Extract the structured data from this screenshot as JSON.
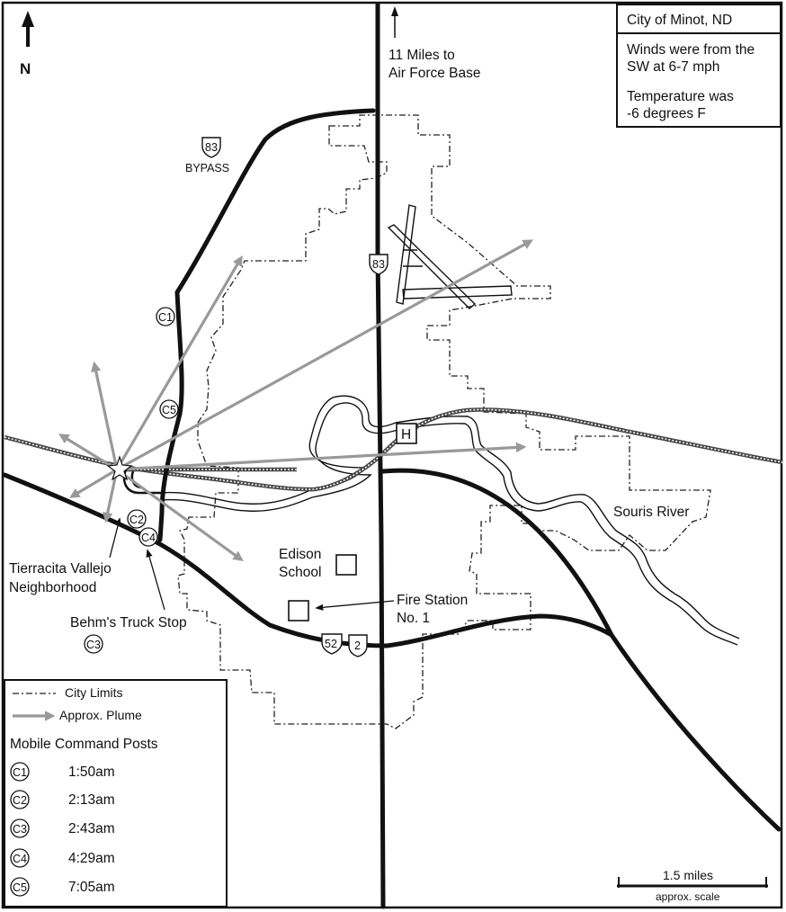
{
  "title_box": {
    "title": "City of Minot, ND"
  },
  "conditions": {
    "wind_line1": "Winds were from the",
    "wind_line2": "SW at 6-7 mph",
    "temp_line1": "Temperature was",
    "temp_line2": "-6 degrees F"
  },
  "north_label": "N",
  "air_force": {
    "line1": "11 Miles to",
    "line2": "Air Force Base"
  },
  "highways": {
    "us83_shield": "83",
    "bypass_label": "BYPASS",
    "us52_shield": "52",
    "hwy2_shield": "2"
  },
  "places": {
    "edison_line1": "Edison",
    "edison_line2": "School",
    "fire_line1": "Fire Station",
    "fire_line2": "No. 1",
    "hospital_symbol": "H",
    "souris_river": "Souris River",
    "tierracita_line1": "Tierracita Vallejo",
    "tierracita_line2": "Neighborhood",
    "behms": "Behm's Truck Stop"
  },
  "command_post_markers": [
    "C1",
    "C2",
    "C3",
    "C4",
    "C5"
  ],
  "legend": {
    "city_limits": "City Limits",
    "plume": "Approx. Plume",
    "posts_title": "Mobile Command Posts",
    "posts": [
      {
        "id": "C1",
        "time": "1:50am"
      },
      {
        "id": "C2",
        "time": "2:13am"
      },
      {
        "id": "C3",
        "time": "2:43am"
      },
      {
        "id": "C4",
        "time": "4:29am"
      },
      {
        "id": "C5",
        "time": "7:05am"
      }
    ]
  },
  "scale": {
    "distance": "1.5 miles",
    "note": "approx. scale"
  },
  "colors": {
    "plume": "#999999",
    "roads": "#111111"
  }
}
